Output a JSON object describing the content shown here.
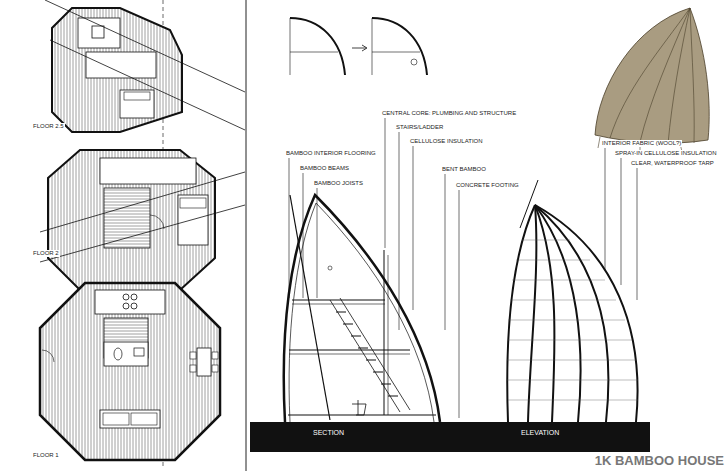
{
  "diagram": {
    "title": "1K BAMBOO HOUSE",
    "labels": [
      "FLOOR 2.5",
      "FLOOR 2",
      "FLOOR 1",
      "CENTRAL CORE: PLUMBING AND STRUCTURE",
      "STAIRS/LADDER",
      "CELLULOSE INSULATION",
      "BAMBOO INTERIOR FLOORING",
      "BAMBOO BEAMS",
      "BAMBOO JOISTS",
      "BENT BAMBOO",
      "CONCRETE FOOTING",
      "INTERIOR FABRIC (WOOL?)",
      "SPRAY-IN CELLULOSE INSULATION",
      "CLEAR, WATERPROOF TARP",
      "SECTION",
      "ELEVATION"
    ]
  }
}
